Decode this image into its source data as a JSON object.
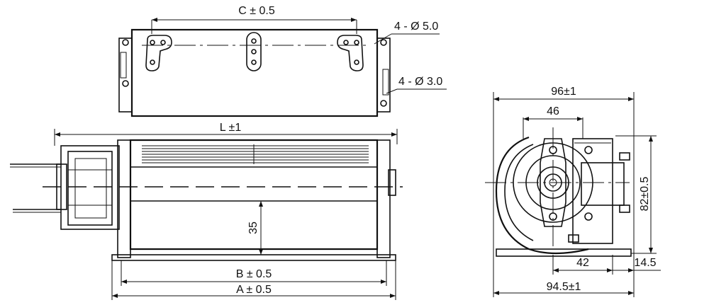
{
  "dimensions": {
    "c_spacing": "C ± 0.5",
    "hole_large": "4 - Ø 5.0",
    "hole_small": "4 - Ø 3.0",
    "length": "L ±1",
    "height_35": "35",
    "b_spacing": "B ± 0.5",
    "a_spacing": "A ± 0.5",
    "width_96": "96±1",
    "width_46": "46",
    "height_82": "82±0.5",
    "width_42": "42",
    "width_14_5": "14.5",
    "width_94_5": "94.5±1"
  },
  "colors": {
    "line": "#111111",
    "background": "#ffffff"
  }
}
